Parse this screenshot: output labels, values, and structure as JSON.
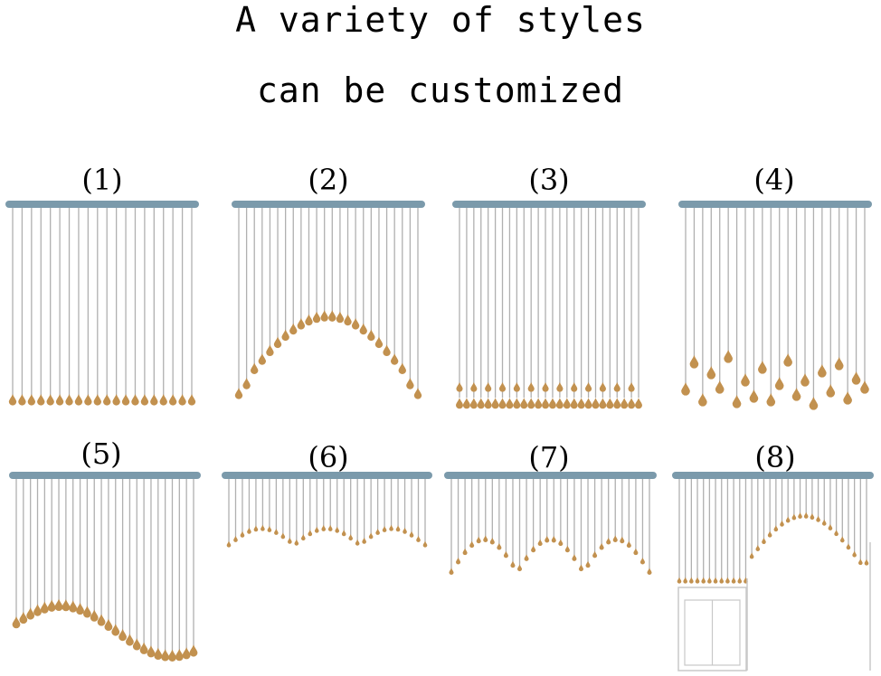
{
  "title_line1": "A variety of styles",
  "title_line2": "can be customized",
  "styles": [
    {
      "label": "(1)",
      "pattern": "flat"
    },
    {
      "label": "(2)",
      "pattern": "single-arch"
    },
    {
      "label": "(3)",
      "pattern": "flat"
    },
    {
      "label": "(4)",
      "pattern": "scattered"
    },
    {
      "label": "(5)",
      "pattern": "wave"
    },
    {
      "label": "(6)",
      "pattern": "scallop"
    },
    {
      "label": "(7)",
      "pattern": "triple-arch"
    },
    {
      "label": "(8)",
      "pattern": "doorway-arch"
    }
  ],
  "colors": {
    "rod": "#7b9aab",
    "string": "#b0b0b0",
    "bead": "#c2914f",
    "door_outline": "#c8c8c8"
  }
}
